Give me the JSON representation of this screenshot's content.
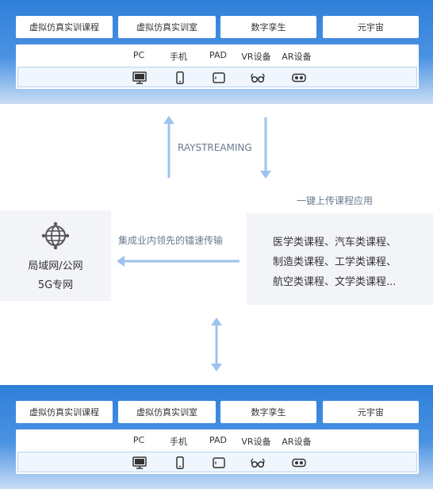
{
  "top_panel": {
    "categories": [
      "虚拟仿真实训课程",
      "虚拟仿真实训室",
      "数字孪生",
      "元宇宙"
    ],
    "devices": [
      {
        "label": "PC",
        "icon": "monitor-icon"
      },
      {
        "label": "手机",
        "icon": "phone-icon"
      },
      {
        "label": "PAD",
        "icon": "tablet-icon"
      },
      {
        "label": "VR设备",
        "icon": "vr-glasses-icon"
      },
      {
        "label": "AR设备",
        "icon": "ar-headset-icon"
      }
    ]
  },
  "bottom_panel": {
    "categories": [
      "虚拟仿真实训课程",
      "虚拟仿真实训室",
      "数字孪生",
      "元宇宙"
    ],
    "devices": [
      {
        "label": "PC",
        "icon": "monitor-icon"
      },
      {
        "label": "手机",
        "icon": "phone-icon"
      },
      {
        "label": "PAD",
        "icon": "tablet-icon"
      },
      {
        "label": "VR设备",
        "icon": "vr-glasses-icon"
      },
      {
        "label": "AR设备",
        "icon": "ar-headset-icon"
      }
    ]
  },
  "middle": {
    "raystreaming_label": "RAYSTREAMING",
    "upload_label": "一键上传课程应用",
    "transfer_label": "集成业内领先的镭速传输",
    "network": {
      "icon": "globe-network-icon",
      "line1": "局域网/公网",
      "line2": "5G专网"
    },
    "courses": [
      "医学类课程、汽车类课程、",
      "制造类课程、工学类课程、",
      "航空类课程、文学类课程..."
    ]
  },
  "colors": {
    "brand_blue": "#2f7fd9",
    "arrow": "#9cc3ee",
    "box_bg": "#f2f4f8"
  }
}
